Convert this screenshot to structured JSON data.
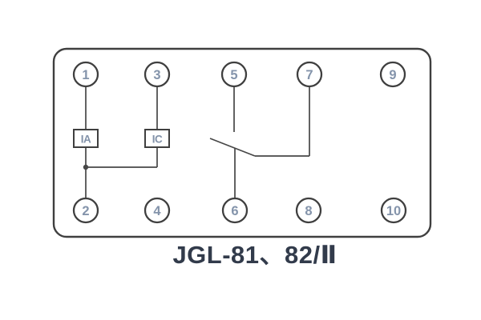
{
  "colors": {
    "bg": "#ffffff",
    "outline": "#3f3f3f",
    "wire": "#474747",
    "number": "#8494ab",
    "coil_label": "#8292a9",
    "title": "#323b4b"
  },
  "diagram": {
    "caption": "JGL-81、82/Ⅱ",
    "terminals": [
      {
        "number": "1"
      },
      {
        "number": "3"
      },
      {
        "number": "5"
      },
      {
        "number": "7"
      },
      {
        "number": "9"
      },
      {
        "number": "2"
      },
      {
        "number": "4"
      },
      {
        "number": "6"
      },
      {
        "number": "8"
      },
      {
        "number": "10"
      }
    ],
    "components": [
      {
        "label": "IA",
        "type": "current-coil"
      },
      {
        "label": "IC",
        "type": "current-coil"
      }
    ],
    "contact": {
      "type": "open-switch-blade",
      "between": "terminals 5, 6 and 7"
    },
    "connections": [
      "terminal 1 — coil IA — junction — terminal 2",
      "terminal 3 — coil IC — junction above terminal 2",
      "terminal 5 — fixed contact end",
      "terminal 6 — switch blade pivot",
      "terminal 7 — blade end via horizontal link"
    ]
  }
}
